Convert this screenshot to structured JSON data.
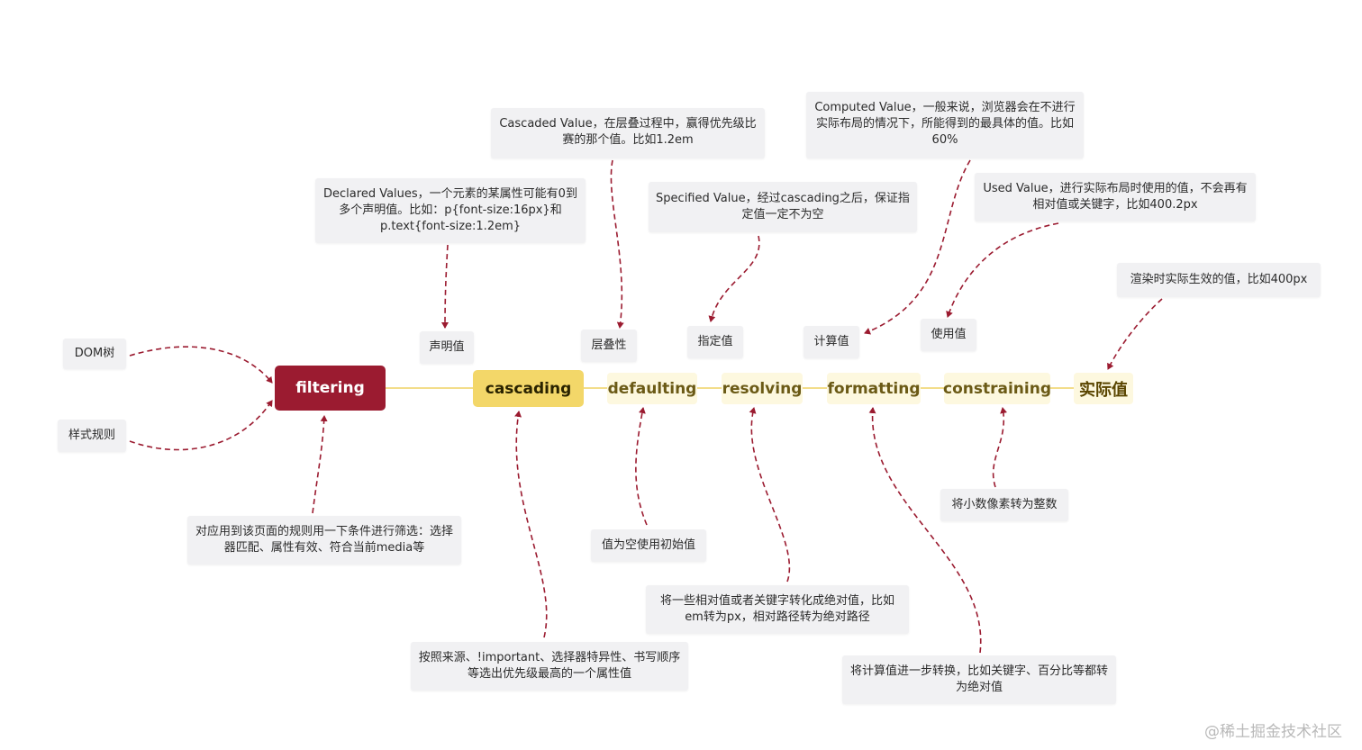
{
  "stages": {
    "filtering": "filtering",
    "cascading": "cascading",
    "defaulting": "defaulting",
    "resolving": "resolving",
    "formatting": "formatting",
    "constraining": "constraining",
    "final": "实际值"
  },
  "inputs": {
    "dom": "DOM树",
    "style_rules": "样式规则"
  },
  "values": {
    "declared": "声明值",
    "cascaded": "层叠性",
    "specified": "指定值",
    "computed": "计算值",
    "used": "使用值"
  },
  "notes": {
    "declared": "Declared Values，一个元素的某属性可能有0到多个声明值。比如：p{font-size:16px}和p.text{font-size:1.2em}",
    "cascaded": "Cascaded Value，在层叠过程中，赢得优先级比赛的那个值。比如1.2em",
    "specified": "Specified Value，经过cascading之后，保证指定值一定不为空",
    "computed": "Computed Value，一般来说，浏览器会在不进行实际布局的情况下，所能得到的最具体的值。比如60%",
    "used": "Used Value，进行实际布局时使用的值，不会再有相对值或关键字，比如400.2px",
    "actual": "渲染时实际生效的值，比如400px",
    "filtering": "对应用到该页面的规则用一下条件进行筛选：选择器匹配、属性有效、符合当前media等",
    "cascading": "按照来源、!important、选择器特异性、书写顺序等选出优先级最高的一个属性值",
    "defaulting": "值为空使用初始值",
    "resolving": "将一些相对值或者关键字转化成绝对值，比如em转为px，相对路径转为绝对路径",
    "formatting": "将计算值进一步转换，比如关键字、百分比等都转为绝对值",
    "constraining": "将小数像素转为整数"
  },
  "watermark": "@稀土掘金技术社区",
  "colors": {
    "filtering": "#9b1b30",
    "cascading": "#f3d769",
    "connector_dashed": "#9b1b30",
    "spine": "#f3dd8a"
  }
}
